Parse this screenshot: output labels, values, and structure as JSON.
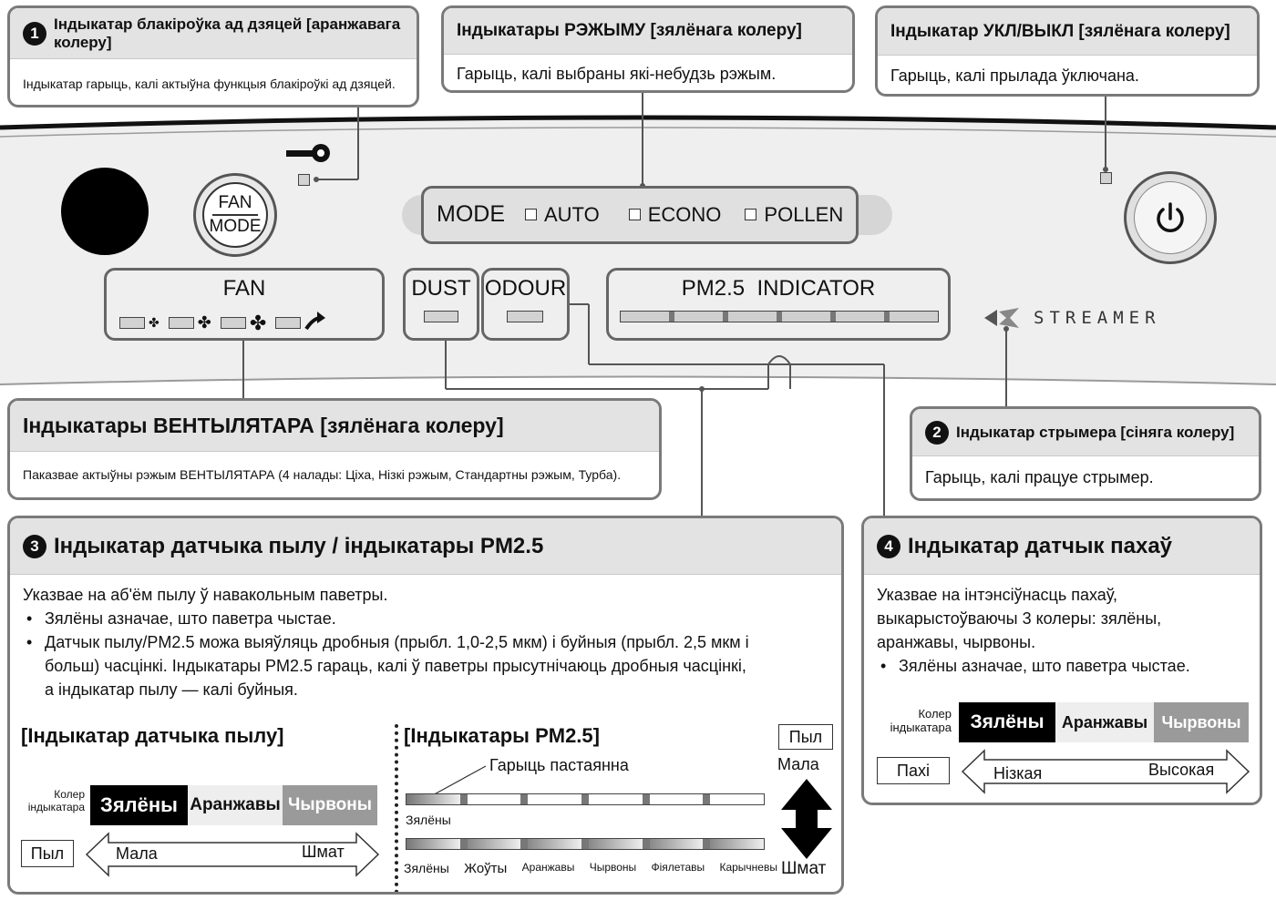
{
  "callouts": {
    "child_lock": {
      "number": "1",
      "title": "Індыкатар блакіроўка ад дзяцей [аранжавага колеру]",
      "text": "Індыкатар гарыць, калі актыўна функцыя блакіроўкі ад дзяцей."
    },
    "mode": {
      "title": "Індыкатары РЭЖЫМУ [зялёнага колеру]",
      "text": "Гарыць, калі выбраны які-небудзь рэжым."
    },
    "power": {
      "title": "Індыкатар УКЛ/ВЫКЛ [зялёнага колеру]",
      "text": "Гарыць, калі прылада ўключана."
    },
    "fan": {
      "title": "Індыкатары ВЕНТЫЛЯТАРА [зялёнага колеру]",
      "text": "Паказвае актыўны рэжым ВЕНТЫЛЯТАРА (4 налады: Ціха, Нізкі рэжым, Стандартны рэжым, Турба)."
    },
    "streamer": {
      "number": "2",
      "title": "Індыкатар стрымера [сіняга колеру]",
      "text": "Гарыць, калі працуе стрымер."
    },
    "dust": {
      "number": "3",
      "title": "Індыкатар датчыка пылу / індыкатары PM2.5",
      "intro": "Указвае на аб'ём пылу ў навакольным паветры.",
      "bullets": [
        "Зялёны азначае, што паветра чыстае.",
        "Датчык пылу/PM2.5 можа выяўляць дробныя (прыбл. 1,0-2,5 мкм) і буйныя (прыбл. 2,5 мкм і больш) часцінкі. Індыкатары PM2.5 гараць, калі ў паветры прысутнічаюць дробныя часцінкі, а індыкатар пылу — калі буйныя."
      ],
      "dust_scale": {
        "title": "[Індыкатар датчыка пылу]",
        "label": "Колер індыкатара",
        "colors": [
          "Зялёны",
          "Аранжавы",
          "Чырвоны"
        ],
        "tag": "Пыл",
        "low": "Мала",
        "high": "Шмат"
      },
      "pm_scale": {
        "title": "[Індыкатары PM2.5]",
        "note": "Гарыць пастаянна",
        "row1_label": "Зялёны",
        "row2_labels": [
          "Зялёны",
          "Жоўты",
          "Аранжавы",
          "Чырвоны",
          "Фіялетавы",
          "Карычневы"
        ],
        "tag": "Пыл",
        "low": "Мала",
        "high": "Шмат"
      }
    },
    "odour": {
      "number": "4",
      "title": "Індыкатар датчык пахаў",
      "intro": "Указвае на інтэнсіўнасць пахаў, выкарыстоўваючы 3 колеры: зялёны, аранжавы, чырвоны.",
      "bullets": [
        "Зялёны азначае, што паветра чыстае."
      ],
      "scale": {
        "label": "Колер індыкатара",
        "colors": [
          "Зялёны",
          "Аранжавы",
          "Чырвоны"
        ],
        "tag": "Пахі",
        "low": "Нізкая",
        "high": "Высокая"
      }
    }
  },
  "panel": {
    "fan_mode_button": {
      "line1": "FAN",
      "line2": "MODE"
    },
    "mode": {
      "label": "MODE",
      "options": [
        "AUTO",
        "ECONO",
        "POLLEN"
      ]
    },
    "fan_label": "FAN",
    "dust_label": "DUST",
    "odour_label": "ODOUR",
    "pm_label": "PM2.5  INDICATOR",
    "streamer_logo": "STREAMER"
  },
  "colors": {
    "frame": "#7a7a7a",
    "header": "#e3e3e3",
    "panel": "#efefef",
    "green_cell": "#000000",
    "orange_cell": "#eeeeee",
    "red_cell": "#9a9a9a"
  }
}
